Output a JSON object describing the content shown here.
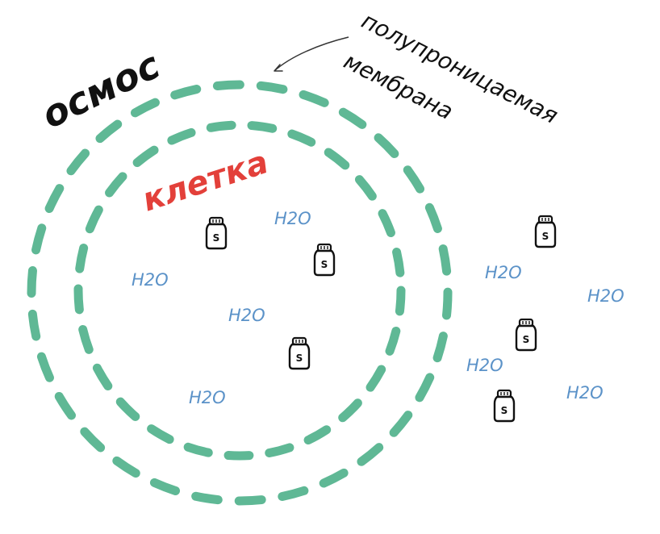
{
  "title": "осмос",
  "membrane_label": [
    "полупроницаемая",
    "мембрана"
  ],
  "cell_label": "клетка",
  "water_labels": [
    "H2O",
    "H2O",
    "H2O",
    "H2O",
    "H2O",
    "H2O",
    "H2O",
    "H2O"
  ],
  "salt_label": "S",
  "colors": {
    "membrane": "#5fb895",
    "cell_label": "#e3403a",
    "water": "#5b92c8",
    "ink": "#111111"
  }
}
